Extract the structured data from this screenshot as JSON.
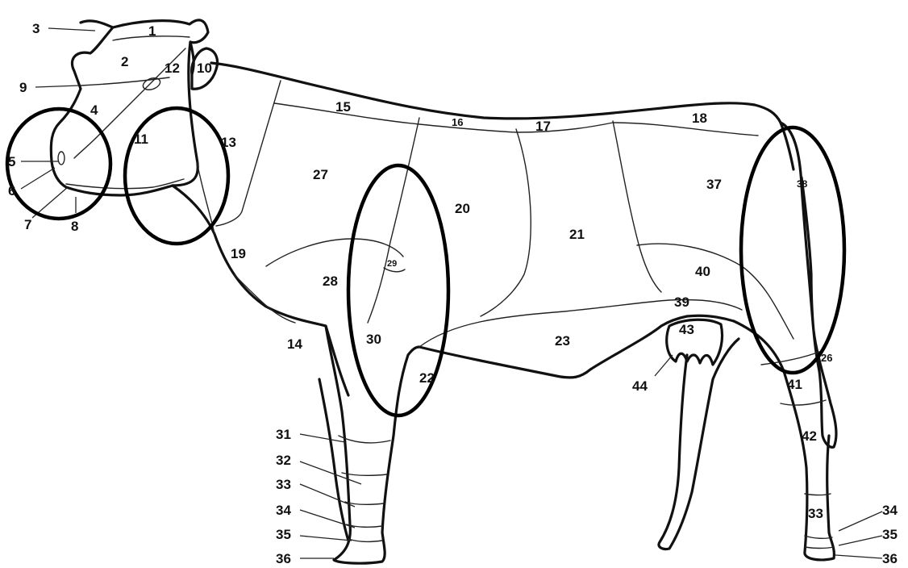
{
  "diagram": {
    "labels": [
      {
        "id": "1",
        "text": "1"
      },
      {
        "id": "2",
        "text": "2"
      },
      {
        "id": "3",
        "text": "3"
      },
      {
        "id": "4",
        "text": "4"
      },
      {
        "id": "5",
        "text": "5"
      },
      {
        "id": "6",
        "text": "6"
      },
      {
        "id": "7",
        "text": "7"
      },
      {
        "id": "8",
        "text": "8"
      },
      {
        "id": "9",
        "text": "9"
      },
      {
        "id": "10",
        "text": "10"
      },
      {
        "id": "11",
        "text": "11"
      },
      {
        "id": "12",
        "text": "12"
      },
      {
        "id": "13",
        "text": "13"
      },
      {
        "id": "14",
        "text": "14"
      },
      {
        "id": "15",
        "text": "15"
      },
      {
        "id": "16",
        "text": "16"
      },
      {
        "id": "17",
        "text": "17"
      },
      {
        "id": "18",
        "text": "18"
      },
      {
        "id": "19",
        "text": "19"
      },
      {
        "id": "20",
        "text": "20"
      },
      {
        "id": "21",
        "text": "21"
      },
      {
        "id": "22",
        "text": "22"
      },
      {
        "id": "23",
        "text": "23"
      },
      {
        "id": "26",
        "text": "26"
      },
      {
        "id": "27",
        "text": "27"
      },
      {
        "id": "28",
        "text": "28"
      },
      {
        "id": "29",
        "text": "29"
      },
      {
        "id": "30",
        "text": "30"
      },
      {
        "id": "31",
        "text": "31"
      },
      {
        "id": "32",
        "text": "32"
      },
      {
        "id": "33a",
        "text": "33"
      },
      {
        "id": "34a",
        "text": "34"
      },
      {
        "id": "35a",
        "text": "35"
      },
      {
        "id": "36a",
        "text": "36"
      },
      {
        "id": "33b",
        "text": "33"
      },
      {
        "id": "34b",
        "text": "34"
      },
      {
        "id": "35b",
        "text": "35"
      },
      {
        "id": "36b",
        "text": "36"
      },
      {
        "id": "37",
        "text": "37"
      },
      {
        "id": "38",
        "text": "38"
      },
      {
        "id": "39",
        "text": "39"
      },
      {
        "id": "40",
        "text": "40"
      },
      {
        "id": "41",
        "text": "41"
      },
      {
        "id": "42",
        "text": "42"
      },
      {
        "id": "43",
        "text": "43"
      },
      {
        "id": "44",
        "text": "44"
      }
    ],
    "highlights": [
      "muzzle",
      "neck",
      "shoulder-foreleg",
      "tail-hindquarter"
    ]
  }
}
